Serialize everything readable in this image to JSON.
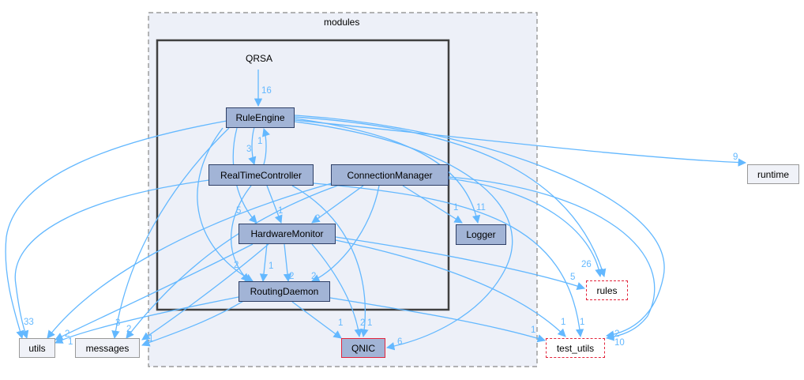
{
  "clusters": {
    "modules": {
      "label": "modules"
    },
    "qrsa": {
      "label": "QRSA"
    }
  },
  "nodes": {
    "rule_engine": "RuleEngine",
    "real_time_controller": "RealTimeController",
    "connection_manager": "ConnectionManager",
    "hardware_monitor": "HardwareMonitor",
    "logger": "Logger",
    "routing_daemon": "RoutingDaemon",
    "qnic": "QNIC",
    "runtime": "runtime",
    "rules": "rules",
    "utils": "utils",
    "messages": "messages",
    "test_utils": "test_utils"
  },
  "edge_labels": [
    {
      "id": "qrsa_rule",
      "text": "16"
    },
    {
      "id": "rt_rule",
      "text": "1"
    },
    {
      "id": "rule_rt",
      "text": "3"
    },
    {
      "id": "rule_runtime",
      "text": "9"
    },
    {
      "id": "to_logger_cm",
      "text": "1"
    },
    {
      "id": "to_logger_rule",
      "text": "11"
    },
    {
      "id": "rule_hw",
      "text": "5"
    },
    {
      "id": "rt_hw",
      "text": "1"
    },
    {
      "id": "cm_hw",
      "text": "2"
    },
    {
      "id": "to_rules",
      "text": "26"
    },
    {
      "id": "hw_rules",
      "text": "5"
    },
    {
      "id": "hw_rd_a",
      "text": "1"
    },
    {
      "id": "hw_rd_b",
      "text": "2"
    },
    {
      "id": "cm_rd",
      "text": "2"
    },
    {
      "id": "rt_rd",
      "text": "2"
    },
    {
      "id": "to_utils",
      "text": "33"
    },
    {
      "id": "to_utils_b",
      "text": "1"
    },
    {
      "id": "to_utils_c",
      "text": "2"
    },
    {
      "id": "to_messages",
      "text": "3"
    },
    {
      "id": "to_messages_b",
      "text": "2"
    },
    {
      "id": "to_messages_c",
      "text": "1"
    },
    {
      "id": "to_qnic_a",
      "text": "1"
    },
    {
      "id": "to_qnic_b",
      "text": "2"
    },
    {
      "id": "to_qnic_c",
      "text": "1"
    },
    {
      "id": "to_qnic_d",
      "text": "6"
    },
    {
      "id": "to_test_a",
      "text": "1"
    },
    {
      "id": "to_test_b",
      "text": "1"
    },
    {
      "id": "to_test_c",
      "text": "1"
    },
    {
      "id": "to_test_d",
      "text": "2"
    },
    {
      "id": "to_test_e",
      "text": "10"
    }
  ],
  "colors": {
    "edge": "#63b8ff",
    "node_fill": "#a2b4d6",
    "node_border": "#2e3f66",
    "cluster_fill": "#edf0f8",
    "highlight_border": "#e3243b"
  }
}
